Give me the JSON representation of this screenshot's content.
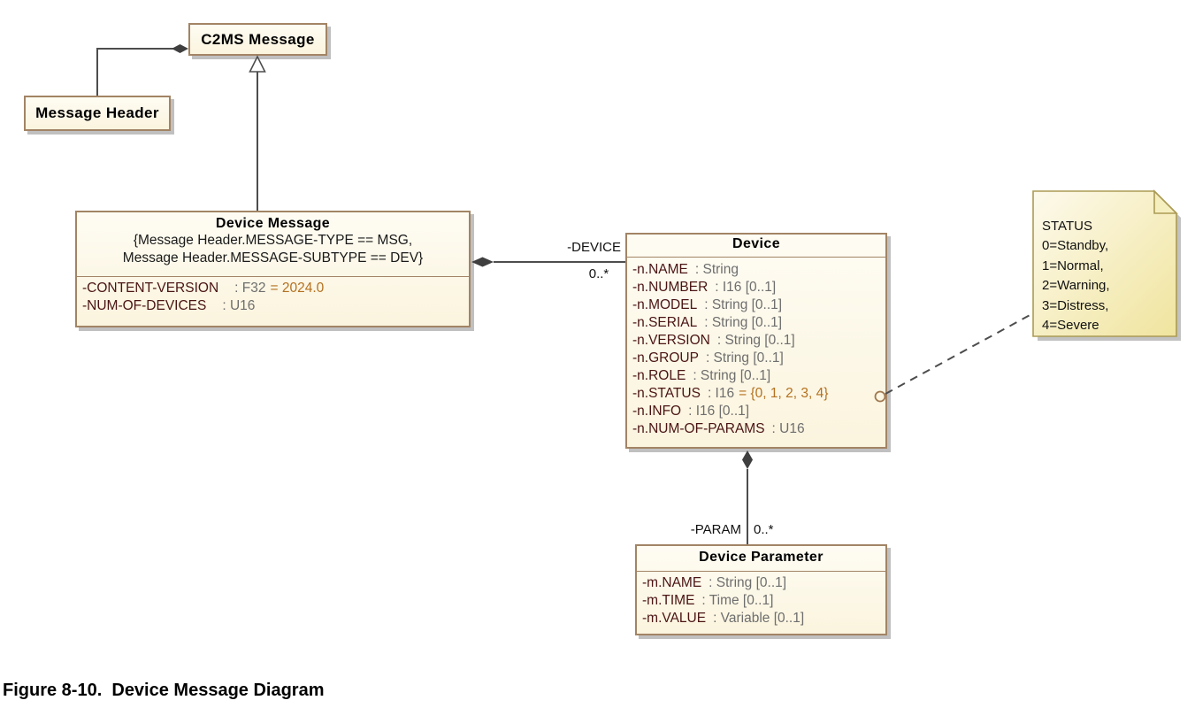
{
  "figure": {
    "caption": "Figure 8-10.  Device Message Diagram"
  },
  "classes": {
    "c2ms_message": {
      "title": "C2MS Message"
    },
    "message_header": {
      "title": "Message Header"
    },
    "device_message": {
      "title": "Device Message",
      "constraints": [
        "{Message Header.MESSAGE-TYPE == MSG,",
        "Message Header.MESSAGE-SUBTYPE == DEV}"
      ],
      "attributes": [
        {
          "name": "-CONTENT-VERSION",
          "type": ": F32",
          "value": "= 2024.0"
        },
        {
          "name": "-NUM-OF-DEVICES",
          "type": ": U16",
          "value": ""
        }
      ]
    },
    "device": {
      "title": "Device",
      "attributes": [
        {
          "name": "-n.NAME",
          "type": ": String",
          "value": ""
        },
        {
          "name": "-n.NUMBER",
          "type": ": I16 [0..1]",
          "value": ""
        },
        {
          "name": "-n.MODEL",
          "type": ": String [0..1]",
          "value": ""
        },
        {
          "name": "-n.SERIAL",
          "type": ": String [0..1]",
          "value": ""
        },
        {
          "name": "-n.VERSION",
          "type": ": String [0..1]",
          "value": ""
        },
        {
          "name": "-n.GROUP",
          "type": ": String [0..1]",
          "value": ""
        },
        {
          "name": "-n.ROLE",
          "type": ": String [0..1]",
          "value": ""
        },
        {
          "name": "-n.STATUS",
          "type": ": I16",
          "value": "= {0, 1, 2, 3, 4}"
        },
        {
          "name": "-n.INFO",
          "type": ": I16 [0..1]",
          "value": ""
        },
        {
          "name": "-n.NUM-OF-PARAMS",
          "type": ": U16",
          "value": ""
        }
      ]
    },
    "device_parameter": {
      "title": "Device Parameter",
      "attributes": [
        {
          "name": "-m.NAME",
          "type": ": String [0..1]",
          "value": ""
        },
        {
          "name": "-m.TIME",
          "type": ": Time [0..1]",
          "value": ""
        },
        {
          "name": "-m.VALUE",
          "type": ": Variable [0..1]",
          "value": ""
        }
      ]
    }
  },
  "note": {
    "lines": [
      "STATUS",
      "0=Standby,",
      "1=Normal,",
      "2=Warning,",
      "3=Distress,",
      "4=Severe"
    ]
  },
  "relations": {
    "device": {
      "role": "-DEVICE",
      "multiplicity": "0..*"
    },
    "param": {
      "role": "-PARAM",
      "multiplicity": "0..*"
    }
  },
  "colors": {
    "class_fill_top": "#fefcf3",
    "class_fill_bottom": "#fbf4de",
    "class_border": "#a28465",
    "attribute_name": "#4a1414",
    "attribute_type": "#6e6e6e",
    "attribute_value": "#b4711f",
    "connector": "#4d4d4d",
    "note_border": "#ab9b55",
    "note_fill_top": "#fdfaec",
    "note_fill_bottom": "#f0e49e"
  }
}
